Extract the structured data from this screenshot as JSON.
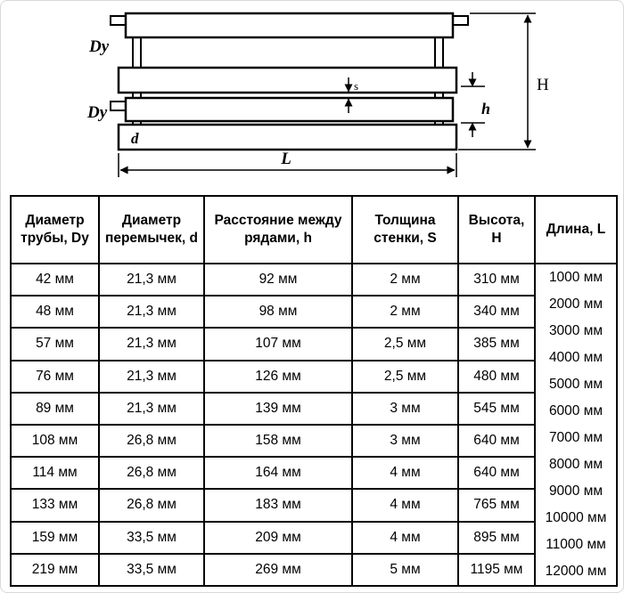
{
  "diagram": {
    "labels": {
      "dy_top": "Dy",
      "dy_mid": "Dy",
      "d": "d",
      "s": "s",
      "h": "h",
      "height": "H",
      "length": "L"
    }
  },
  "table": {
    "headers": [
      "Диаметр трубы, Dy",
      "Диаметр перемычек, d",
      "Расстояние между рядами, h",
      "Толщина стенки, S",
      "Высота, H",
      "Длина, L"
    ],
    "rows": [
      [
        "42 мм",
        "21,3 мм",
        "92 мм",
        "2 мм",
        "310 мм"
      ],
      [
        "48 мм",
        "21,3 мм",
        "98 мм",
        "2 мм",
        "340 мм"
      ],
      [
        "57 мм",
        "21,3 мм",
        "107 мм",
        "2,5 мм",
        "385 мм"
      ],
      [
        "76 мм",
        "21,3 мм",
        "126 мм",
        "2,5 мм",
        "480 мм"
      ],
      [
        "89 мм",
        "21,3 мм",
        "139 мм",
        "3 мм",
        "545 мм"
      ],
      [
        "108 мм",
        "26,8 мм",
        "158 мм",
        "3 мм",
        "640 мм"
      ],
      [
        "114 мм",
        "26,8 мм",
        "164 мм",
        "4 мм",
        "640 мм"
      ],
      [
        "133 мм",
        "26,8 мм",
        "183 мм",
        "4 мм",
        "765 мм"
      ],
      [
        "159 мм",
        "33,5 мм",
        "209 мм",
        "4 мм",
        "895 мм"
      ],
      [
        "219 мм",
        "33,5 мм",
        "269 мм",
        "5 мм",
        "1195 мм"
      ]
    ],
    "length_values": [
      "1000 мм",
      "2000 мм",
      "3000 мм",
      "4000 мм",
      "5000 мм",
      "6000 мм",
      "7000 мм",
      "8000 мм",
      "9000 мм",
      "10000 мм",
      "11000 мм",
      "12000 мм"
    ]
  }
}
